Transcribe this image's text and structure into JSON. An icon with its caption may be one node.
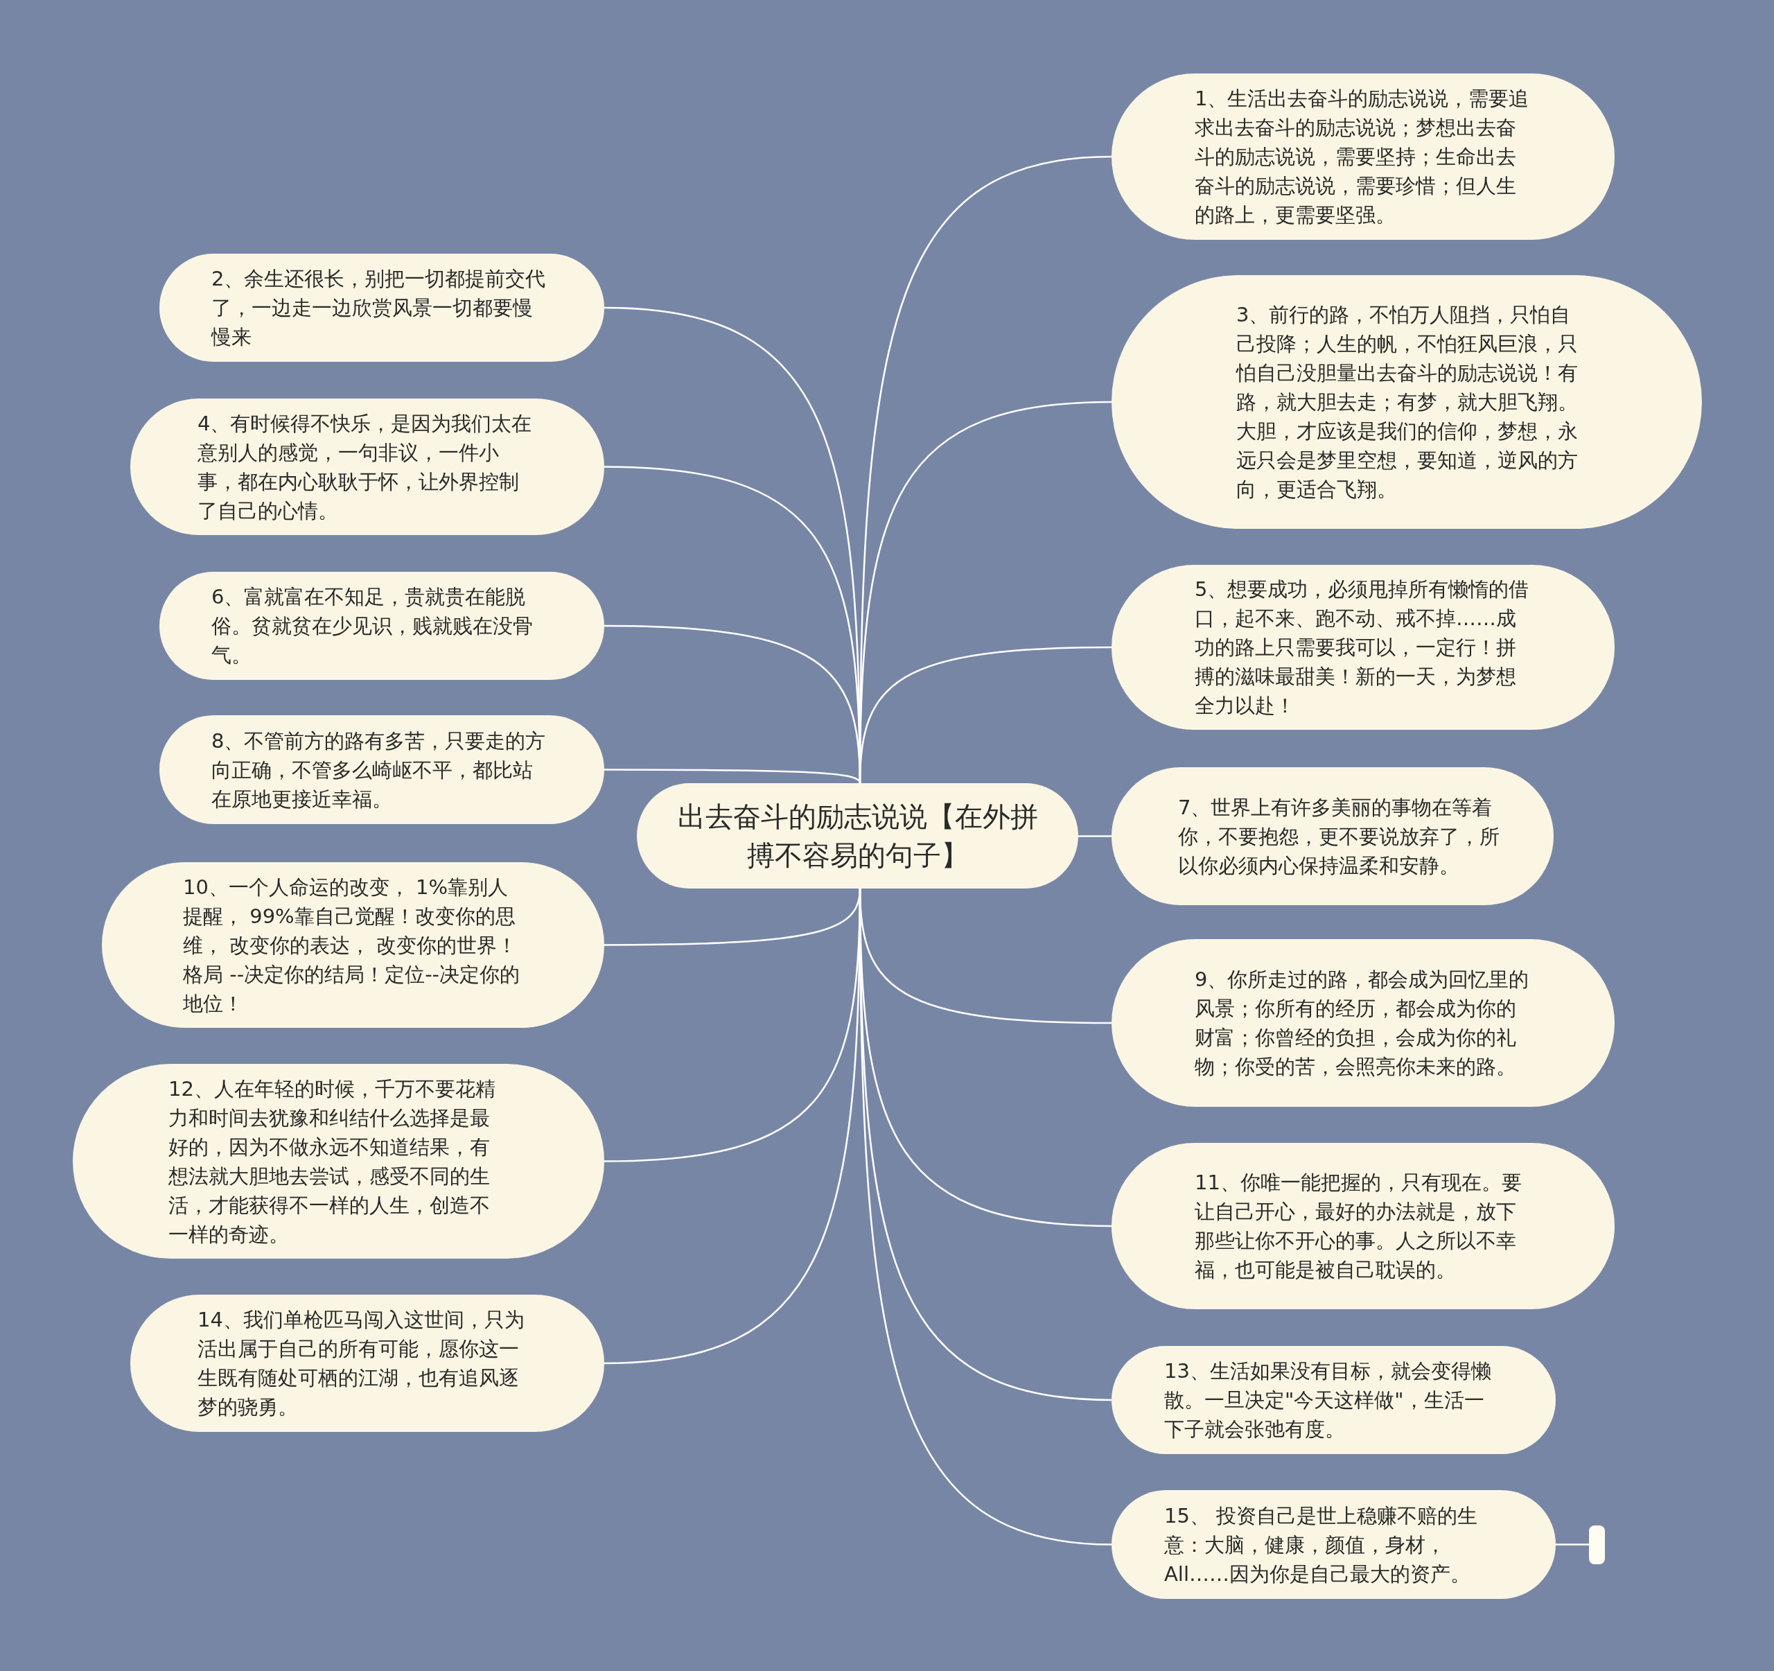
{
  "diagram": {
    "nodes": [
      {
        "text": [
          "出去奋斗的励志说说【在外拼搏不容易的句子】"
        ]
      },
      {
        "text": [
          "1、生活出去奋斗的励志说说，需要追求出去奋斗的励志说说；梦想出去奋斗的励志说说，需要坚持；生命出去奋斗的励志说说，需要珍惜；但人生的路上，更需要坚强。"
        ]
      },
      {
        "text": [
          "2、余生还很长，别把一切都提前交代了，一边走一边欣赏风景一切都要慢慢来"
        ]
      },
      {
        "text": [
          "3、前行的路，不怕万人阻挡，只怕自己投降；人生的帆，不怕狂风巨浪，只怕自己没胆量出去奋斗的励志说说！有路，就大胆去走；有梦，就大胆飞翔。大胆，才应该是我们的信仰，梦想，永远只会是梦里空想，要知道，逆风的方向，更适合飞翔。"
        ]
      },
      {
        "text": [
          "4、有时候得不快乐，是因为我们太在意别人的感觉，一句非议，一件小事，都在内心耿耿于怀，让外界控制了自己的心情。"
        ]
      },
      {
        "text": [
          "5、想要成功，必须甩掉所有懒惰的借口，起不来、跑不动、戒不掉……成功的路上只需要我可以，一定行！拼搏的滋味最甜美！新的一天，为梦想全力以赴！"
        ]
      },
      {
        "text": [
          "6、富就富在不知足，贵就贵在能脱俗。贫就贫在少见识，贱就贱在没骨气。"
        ]
      },
      {
        "text": [
          "7、世界上有许多美丽的事物在等着你，不要抱怨，更不要说放弃了，所以你必须内心保持温柔和安静。"
        ]
      },
      {
        "text": [
          "8、不管前方的路有多苦，只要走的方向正确，不管多么崎岖不平，都比站在原地更接近幸福。"
        ]
      },
      {
        "text": [
          "9、你所走过的路，都会成为回忆里的风景；你所有的经历，都会成为你的财富；你曾经的负担，会成为你的礼物；你受的苦，会照亮你未来的路。"
        ]
      },
      {
        "text": [
          "10、一个人命运的改变， 1%靠别人提醒， 99%靠自己觉醒！改变你的思维， 改变你的表达， 改变你的世界！格局 --决定你的结局！定位--决定你的地位！"
        ]
      },
      {
        "text": [
          "11、你唯一能把握的，只有现在。要让自己开心，最好的办法就是，放下那些让你不开心的事。人之所以不幸福，也可能是被自己耽误的。"
        ]
      },
      {
        "text": [
          "12、人在年轻的时候，千万不要花精力和时间去犹豫和纠结什么选择是最好的，因为不做永远不知道结果，有想法就大胆地去尝试，感受不同的生活，才能获得不一样的人生，创造不一样的奇迹。"
        ]
      },
      {
        "text": [
          "13、生活如果没有目标，就会变得懒散。一旦决定\"今天这样做\"，生活一下子就会张弛有度。"
        ]
      },
      {
        "text": [
          "14、我们单枪匹马闯入这世间，只为活出属于自己的所有可能，愿你这一生既有随处可栖的江湖，也有追风逐梦的骁勇。"
        ]
      },
      {
        "text": [
          "15、 投资自己是世上稳赚不赔的生意：大脑，健康，颜值，身材，All……因为你是自己最大的资产。"
        ]
      },
      {
        "text": [],
        "shape": "bar"
      }
    ],
    "edges": [
      {
        "from": 0,
        "to": 1,
        "arrow": "none"
      },
      {
        "from": 0,
        "to": 2,
        "arrow": "none"
      },
      {
        "from": 0,
        "to": 3,
        "arrow": "none"
      },
      {
        "from": 0,
        "to": 4,
        "arrow": "none"
      },
      {
        "from": 0,
        "to": 5,
        "arrow": "none"
      },
      {
        "from": 0,
        "to": 6,
        "arrow": "none"
      },
      {
        "from": 0,
        "to": 7,
        "arrow": "none"
      },
      {
        "from": 0,
        "to": 8,
        "arrow": "none"
      },
      {
        "from": 0,
        "to": 9,
        "arrow": "none"
      },
      {
        "from": 0,
        "to": 10,
        "arrow": "none"
      },
      {
        "from": 0,
        "to": 11,
        "arrow": "none"
      },
      {
        "from": 0,
        "to": 12,
        "arrow": "none"
      },
      {
        "from": 0,
        "to": 13,
        "arrow": "none"
      },
      {
        "from": 0,
        "to": 14,
        "arrow": "none"
      },
      {
        "from": 0,
        "to": 15,
        "arrow": "none"
      },
      {
        "from": 15,
        "to": 16,
        "arrow": "none"
      }
    ]
  }
}
